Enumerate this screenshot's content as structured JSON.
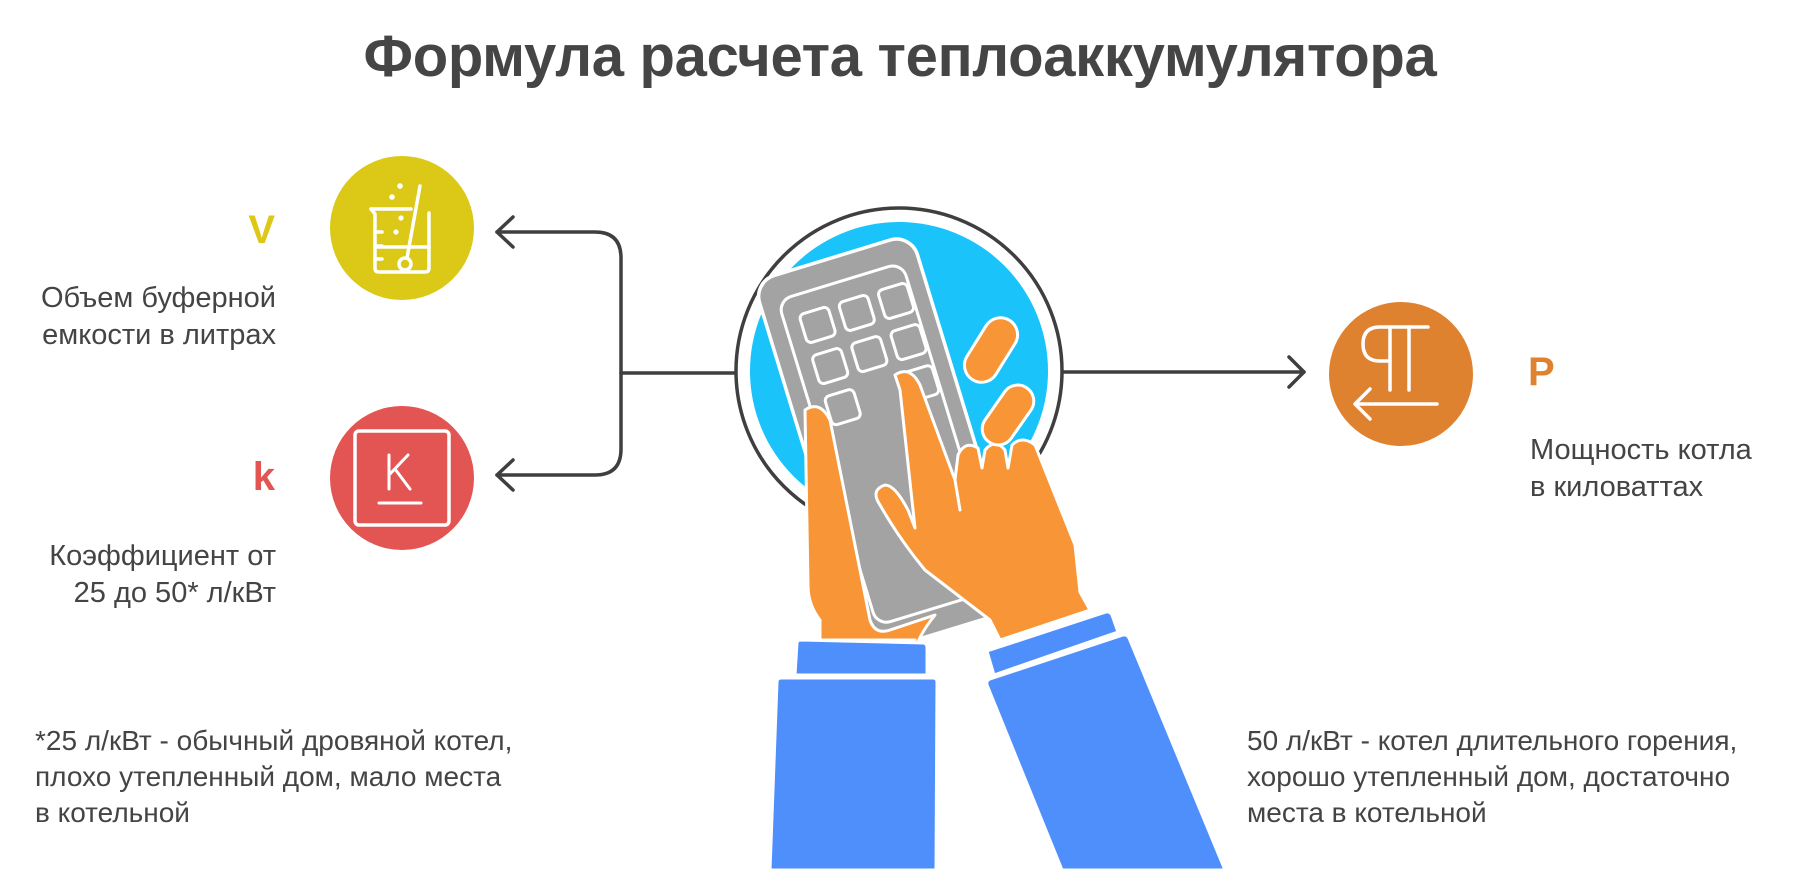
{
  "title": "Формула расчета теплоаккумулятора",
  "colors": {
    "text": "#444444",
    "connector": "#3f3f3f",
    "volume": "#dcc816",
    "coefficient": "#e35552",
    "power": "#de8230",
    "center_bg": "#1ac3fa",
    "calculator": "#a3a3a3",
    "skin": "#f79537",
    "sleeve": "#4e8ffc"
  },
  "left": {
    "items": [
      {
        "letter": "V",
        "icon": "beaker-icon",
        "description_line1": "Объем буферной",
        "description_line2": "емкости в литрах"
      },
      {
        "letter": "k",
        "icon": "k-key-icon",
        "description_line1": "Коэффициент от",
        "description_line2": "25 до 50* л/кВт"
      }
    ]
  },
  "center": {
    "icon": "hands-calculator-icon"
  },
  "right": {
    "letter": "P",
    "icon": "paragraph-return-icon",
    "description_line1": "Мощность котла",
    "description_line2": "в киловаттах"
  },
  "footnotes": {
    "left": {
      "line1": "*25 л/кВт - обычный дровяной котел,",
      "line2": "плохо утепленный дом, мало места",
      "line3": "в котельной"
    },
    "right": {
      "line1": "50 л/кВт - котел длительного горения,",
      "line2": "хорошо утепленный дом, достаточно",
      "line3": "места в котельной"
    }
  }
}
